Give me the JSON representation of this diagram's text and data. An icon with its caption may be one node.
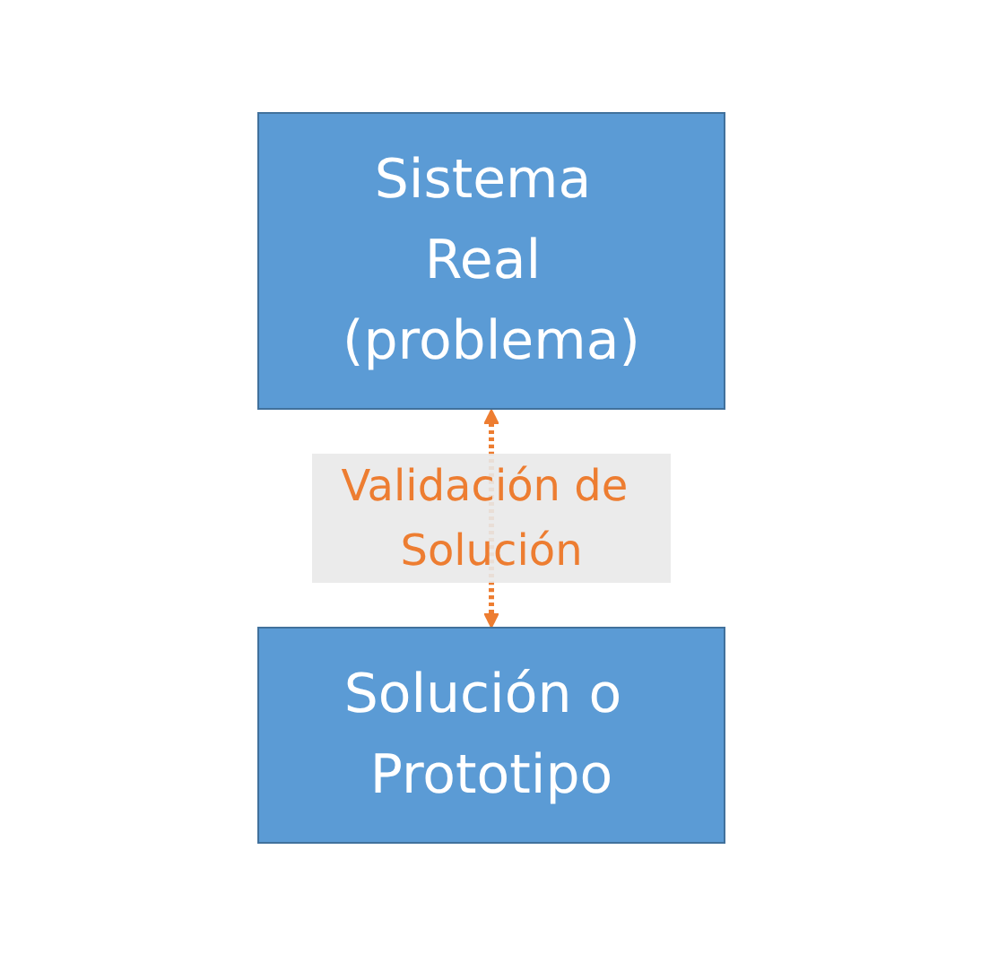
{
  "diagram": {
    "nodes": [
      {
        "text": [
          "Sistema Real (problema)"
        ]
      },
      {
        "text": [
          "Solución o Prototipo"
        ]
      }
    ],
    "edges": [
      {
        "from": 0,
        "to": 1,
        "arrow": "both",
        "label": "Validación de Solución",
        "style": "dashed",
        "color": "#ed7d31"
      }
    ]
  }
}
